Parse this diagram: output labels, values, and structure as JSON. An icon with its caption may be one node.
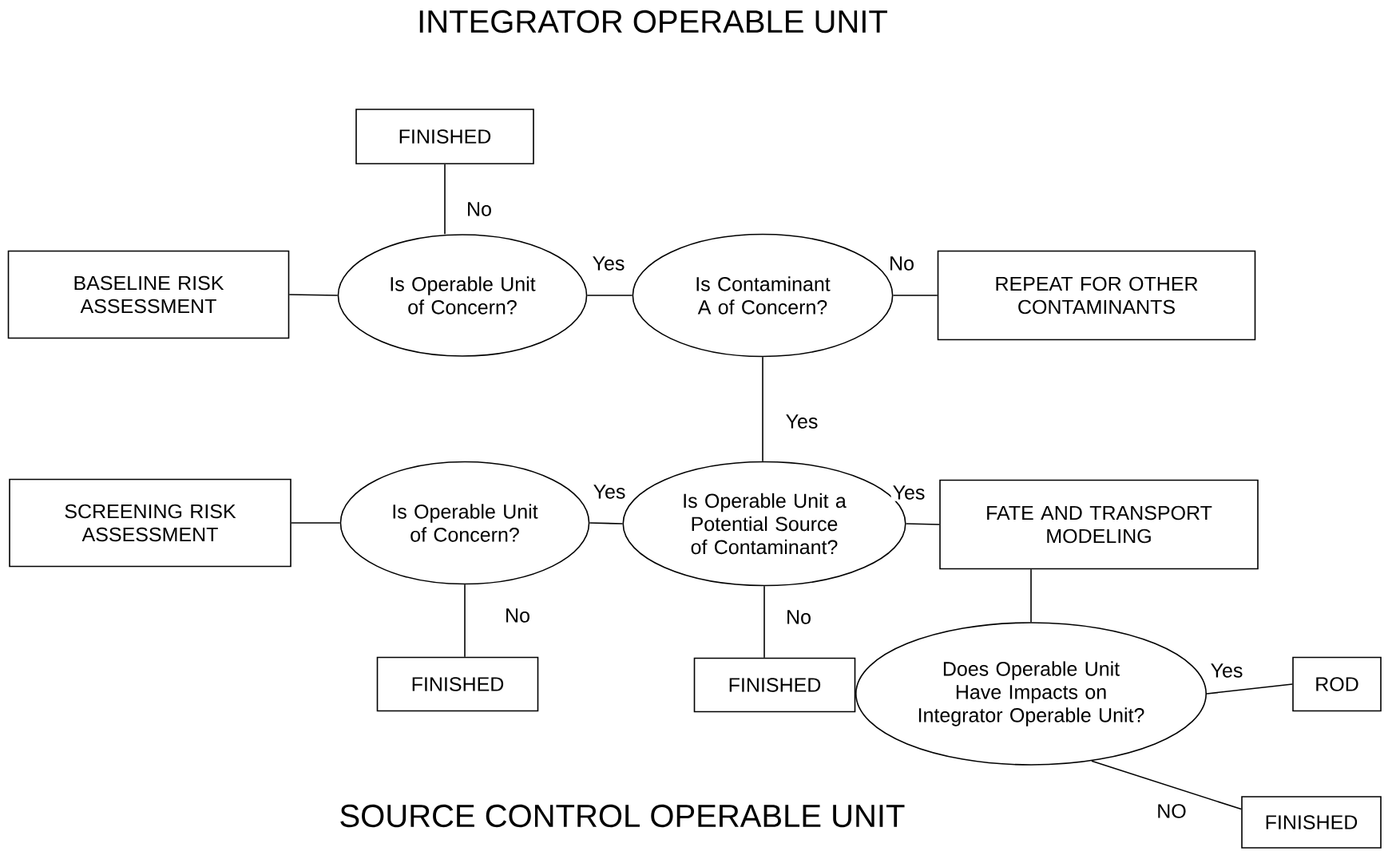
{
  "diagram": {
    "title": "INTEGRATOR OPERABLE UNIT",
    "nodes": [
      {
        "text": [
          "FINISHED"
        ]
      },
      {
        "text": [
          "BASELINE RISK ASSESSMENT"
        ]
      },
      {
        "text": [
          "Is Operable Unit of Concern?"
        ]
      },
      {
        "text": [
          "Is Contaminant A of Concern?"
        ]
      },
      {
        "text": [
          "REPEAT FOR OTHER CONTAMINANTS"
        ]
      },
      {
        "text": [
          "SCREENING RISK ASSESSMENT"
        ]
      },
      {
        "text": [
          "Is Operable Unit of Concern?"
        ]
      },
      {
        "text": [
          "Is Operable Unit a Potential Source of Contaminant?"
        ]
      },
      {
        "text": [
          "FATE AND TRANSPORT MODELING"
        ]
      },
      {
        "text": [
          "FINISHED"
        ]
      },
      {
        "text": [
          "FINISHED"
        ]
      },
      {
        "text": [
          "Does Operable Unit Have Impacts on Integrator Operable Unit?"
        ]
      },
      {
        "text": [
          "ROD"
        ]
      },
      {
        "text": [
          "FINISHED"
        ]
      }
    ],
    "edges": [
      {
        "from": 2,
        "to": 0,
        "arrow": "none",
        "label": "No"
      },
      {
        "from": 2,
        "to": 1,
        "arrow": "none"
      },
      {
        "from": 2,
        "to": 3,
        "arrow": "none",
        "label": "Yes"
      },
      {
        "from": 3,
        "to": 4,
        "arrow": "none",
        "label": "No"
      },
      {
        "from": 3,
        "to": 7,
        "arrow": "none",
        "label": "Yes"
      },
      {
        "from": 6,
        "to": 5,
        "arrow": "none"
      },
      {
        "from": 7,
        "to": 6,
        "arrow": "none",
        "label": "Yes"
      },
      {
        "from": 7,
        "to": 8,
        "arrow": "none",
        "label": "Yes"
      },
      {
        "from": 6,
        "to": 9,
        "arrow": "none",
        "label": "No"
      },
      {
        "from": 7,
        "to": 10,
        "arrow": "none",
        "label": "No"
      },
      {
        "from": 8,
        "to": 11,
        "arrow": "none"
      },
      {
        "from": 11,
        "to": 12,
        "arrow": "none",
        "label": "Yes"
      },
      {
        "from": 11,
        "to": 13,
        "arrow": "none",
        "label": "NO"
      }
    ],
    "labels": [
      "SOURCE CONTROL OPERABLE UNIT"
    ]
  }
}
